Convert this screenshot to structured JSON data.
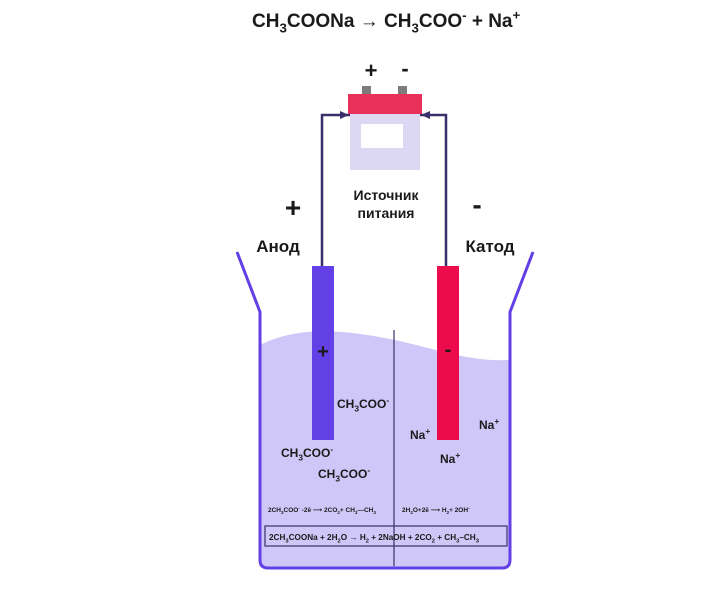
{
  "title": {
    "parts": [
      {
        "text": "CH"
      },
      {
        "sub": "3"
      },
      {
        "text": "COONa → CH"
      },
      {
        "sub": "3"
      },
      {
        "text": "COO"
      },
      {
        "sup": "-"
      },
      {
        "text": " + Na"
      },
      {
        "sup": "+"
      }
    ]
  },
  "battery": {
    "plus": "+",
    "minus": "-",
    "label_line1": "Источник",
    "label_line2": "питания"
  },
  "anode": {
    "sign": "+",
    "label": "Анод",
    "electrode_sign": "+"
  },
  "cathode": {
    "sign": "-",
    "label": "Катод",
    "electrode_sign": "-"
  },
  "ions": {
    "acetate_a": "CH3COO-",
    "acetate_b": "CH3COO-",
    "acetate_c": "CH3COO-",
    "na_a": "Na+",
    "na_b": "Na+",
    "na_c": "Na+"
  },
  "reactions": {
    "anode": "2CH3COO- -2ē ⟶ 2CO2+ CH3—CH3",
    "cathode": "2H2O+2ē ⟶ H2+ 2OH-",
    "overall": "2CH3COONa + 2H2O → H2 + 2NaOH + 2CO2 + CH3–CH3"
  },
  "colors": {
    "anode": "#6240e6",
    "cathode": "#ec0b4b",
    "battery_cap": "#e8305a",
    "battery_body": "#dcd8f4",
    "wire": "#3a2f6b",
    "solution": "#cfc7f7",
    "beaker": "#6240e6"
  }
}
